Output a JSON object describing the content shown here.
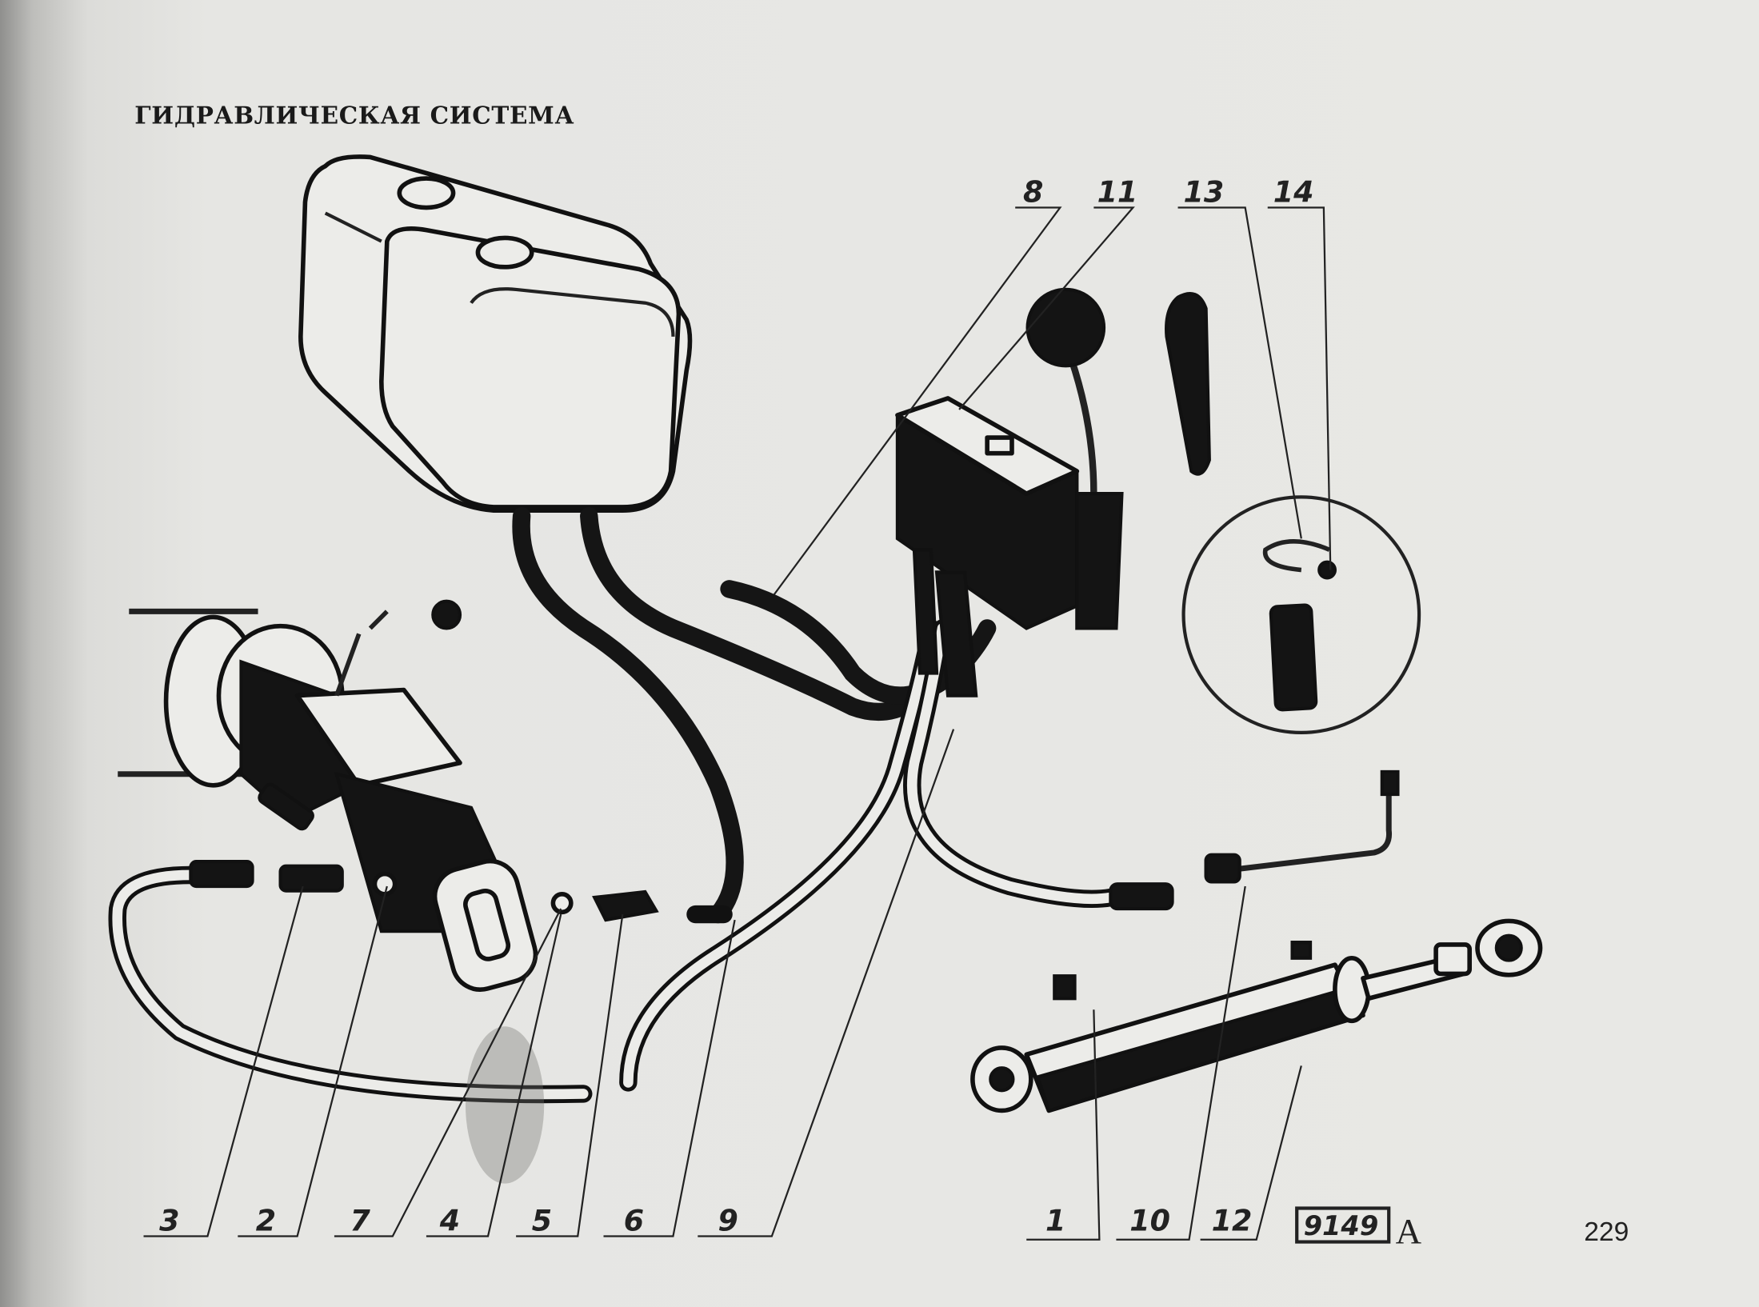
{
  "title": "ГИДРАВЛИЧЕСКАЯ СИСТЕМА",
  "callouts_top": [
    "8",
    "11",
    "13",
    "14"
  ],
  "callouts_bottom": [
    "3",
    "2",
    "7",
    "4",
    "5",
    "6",
    "9",
    "1",
    "10",
    "12"
  ],
  "figure_number": "9149",
  "figure_suffix": "A",
  "page_number": "229"
}
